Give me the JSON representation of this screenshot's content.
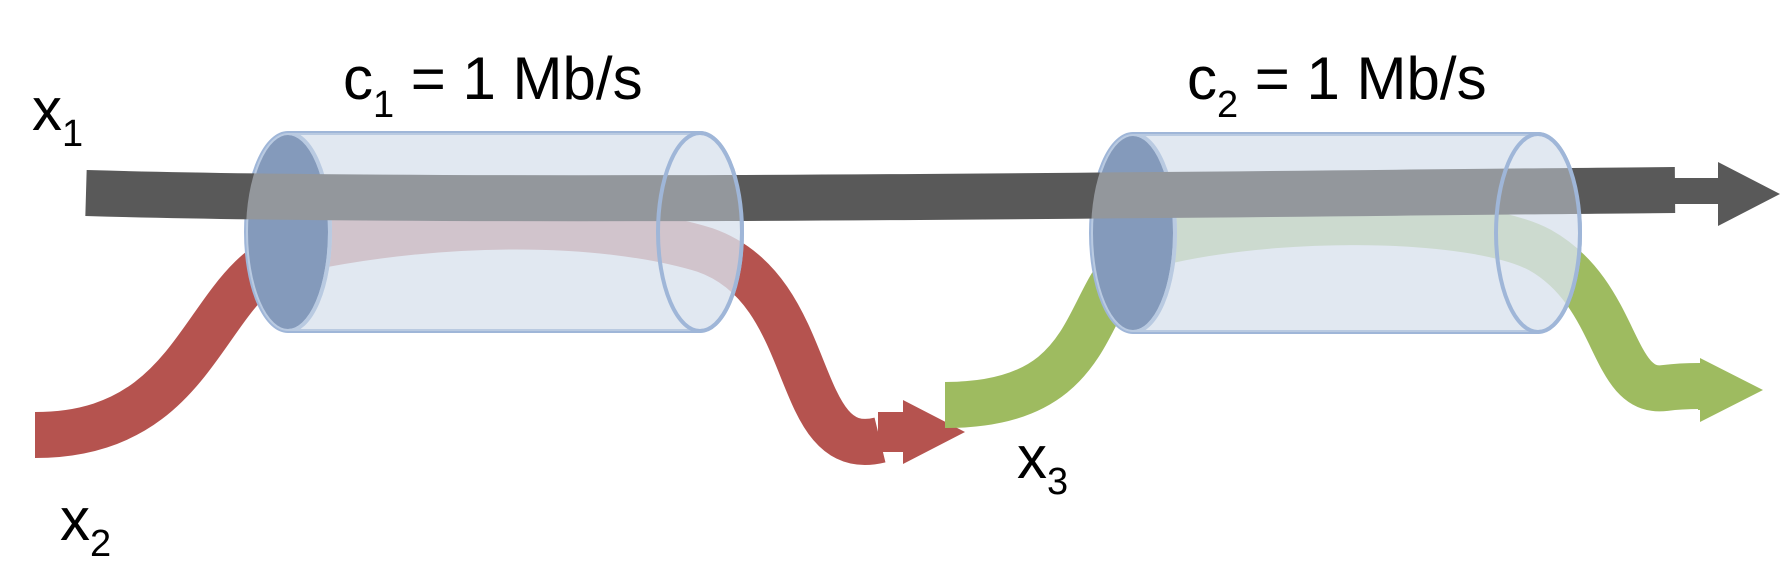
{
  "colors": {
    "background": "#ffffff",
    "flow_x1": "#595959",
    "flow_x2": "#b5534f",
    "flow_x3": "#9ebb60",
    "pipe_fill": "#d9e2ee",
    "pipe_edge": "#9fb6d8",
    "pipe_end": "#3f5f92"
  },
  "links": [
    {
      "name": "c",
      "subscript": "1",
      "value": " = 1 Mb/s"
    },
    {
      "name": "c",
      "subscript": "2",
      "value": " = 1 Mb/s"
    }
  ],
  "flows": [
    {
      "name": "x",
      "subscript": "1"
    },
    {
      "name": "x",
      "subscript": "2"
    },
    {
      "name": "x",
      "subscript": "3"
    }
  ]
}
